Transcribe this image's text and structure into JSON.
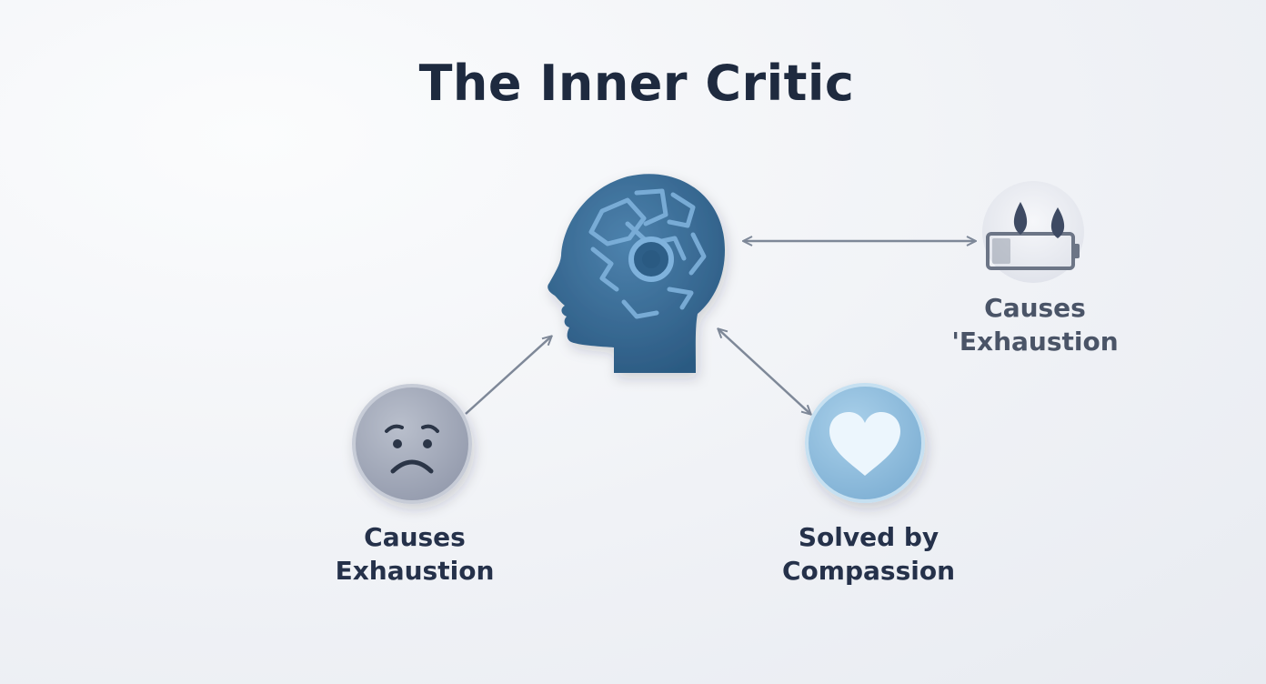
{
  "title": "The Inner Critic",
  "nodes": {
    "sad_face": {
      "line1": "Causes",
      "line2": "Exhaustion",
      "icon": "sad-face-icon"
    },
    "heart": {
      "line1": "Solved by",
      "line2": "Compassion",
      "icon": "heart-icon"
    },
    "battery": {
      "line1": "Causes",
      "line2": "'Exhaustion",
      "icon": "drained-battery-icon"
    },
    "head": {
      "icon": "head-with-brain-icon"
    }
  },
  "colors": {
    "title": "#1e2a3f",
    "head": "#3d6f98",
    "sad_face": "#a4aabb",
    "heart_circle": "#8fbddc",
    "battery": "#6c7586",
    "connector": "#7e8898"
  }
}
